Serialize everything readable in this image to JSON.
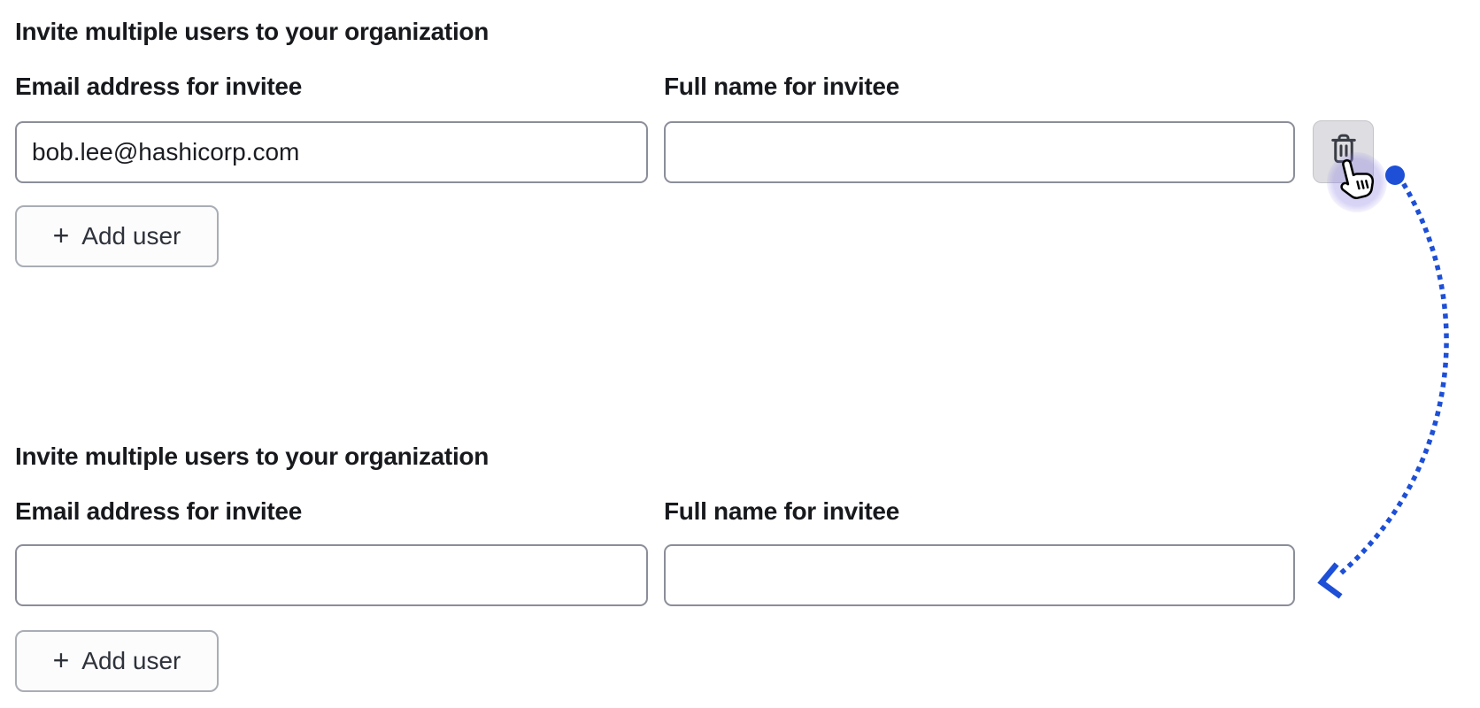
{
  "colors": {
    "accent_blue": "#1d4fd7",
    "halo_lavender": "#8d82e2",
    "text_dark": "#17191d",
    "input_border": "#8b8e99",
    "button_border": "#a9adb5",
    "delete_button_bg": "#dddde2",
    "trash_icon_color": "#3a3d45"
  },
  "icons": {
    "trash": "trash-icon",
    "plus": "+",
    "hand_cursor": "hand-pointer-icon",
    "arrow": "dotted-curved-arrow"
  },
  "form_before": {
    "heading": "Invite multiple users to your organization",
    "email_label": "Email address for invitee",
    "name_label": "Full name for invitee",
    "email_value": "bob.lee@hashicorp.com",
    "name_value": "",
    "add_user": {
      "plus": "+",
      "label": "Add user"
    }
  },
  "form_after": {
    "heading": "Invite multiple users to your organization",
    "email_label": "Email address for invitee",
    "name_label": "Full name for invitee",
    "email_value": "",
    "name_value": "",
    "add_user": {
      "plus": "+",
      "label": "Add user"
    }
  }
}
